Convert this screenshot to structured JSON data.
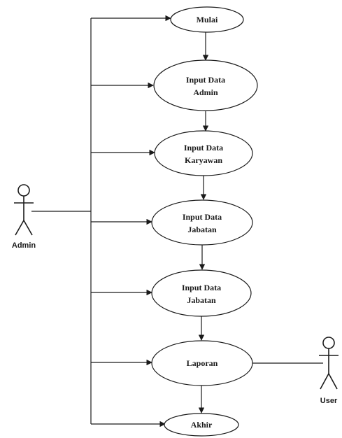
{
  "use_cases": [
    {
      "id": "mulai",
      "lines": [
        "Mulai"
      ]
    },
    {
      "id": "input-data-admin",
      "lines": [
        "Input Data",
        "Admin"
      ]
    },
    {
      "id": "input-data-karyawan",
      "lines": [
        "Input Data",
        "Karyawan"
      ]
    },
    {
      "id": "input-data-jabatan-1",
      "lines": [
        "Input Data",
        "Jabatan"
      ]
    },
    {
      "id": "input-data-jabatan-2",
      "lines": [
        "Input Data",
        "Jabatan"
      ]
    },
    {
      "id": "laporan",
      "lines": [
        "Laporan"
      ]
    },
    {
      "id": "akhir",
      "lines": [
        "Akhir"
      ]
    }
  ],
  "actors": {
    "admin": {
      "label": "Admin"
    },
    "user": {
      "label": "User"
    }
  },
  "colors": {
    "stroke": "#1a1a1a",
    "background": "#ffffff"
  }
}
